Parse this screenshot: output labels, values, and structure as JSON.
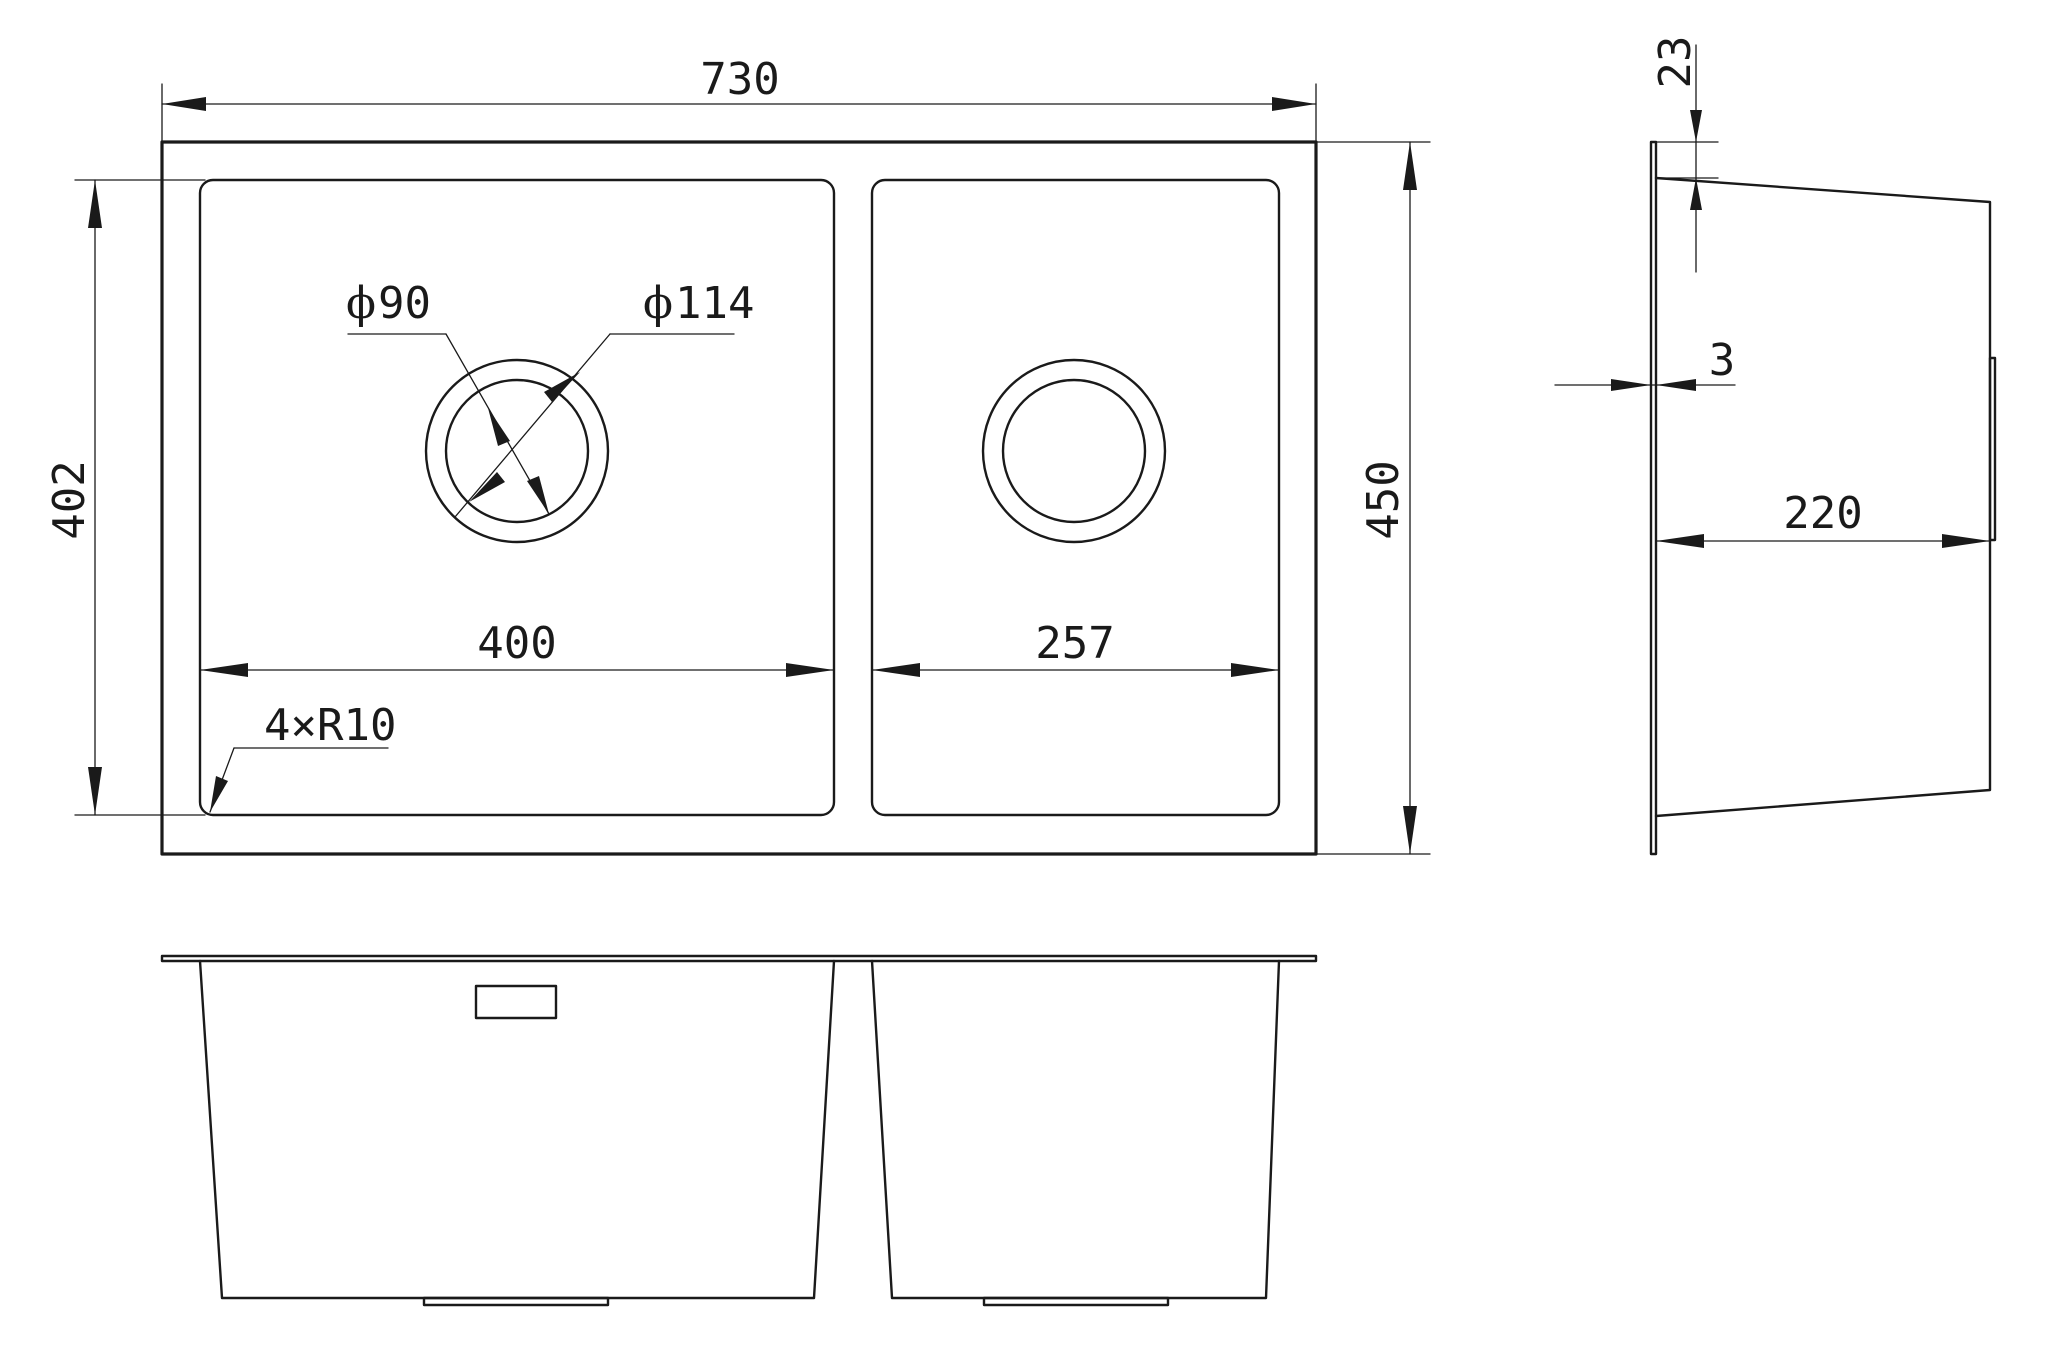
{
  "dimensions": {
    "overall_length": "730",
    "overall_width": "450",
    "bowl_width": "402",
    "large_bowl_length": "400",
    "small_bowl_length": "257",
    "depth": "220",
    "flange_height": "23",
    "thickness": "3",
    "drain_inner": "90",
    "drain_outer": "114",
    "corner_radius": "4×R10"
  },
  "symbols": {
    "diameter": "ϕ"
  },
  "colors": {
    "line": "#1a1a1a",
    "background": "#ffffff"
  }
}
